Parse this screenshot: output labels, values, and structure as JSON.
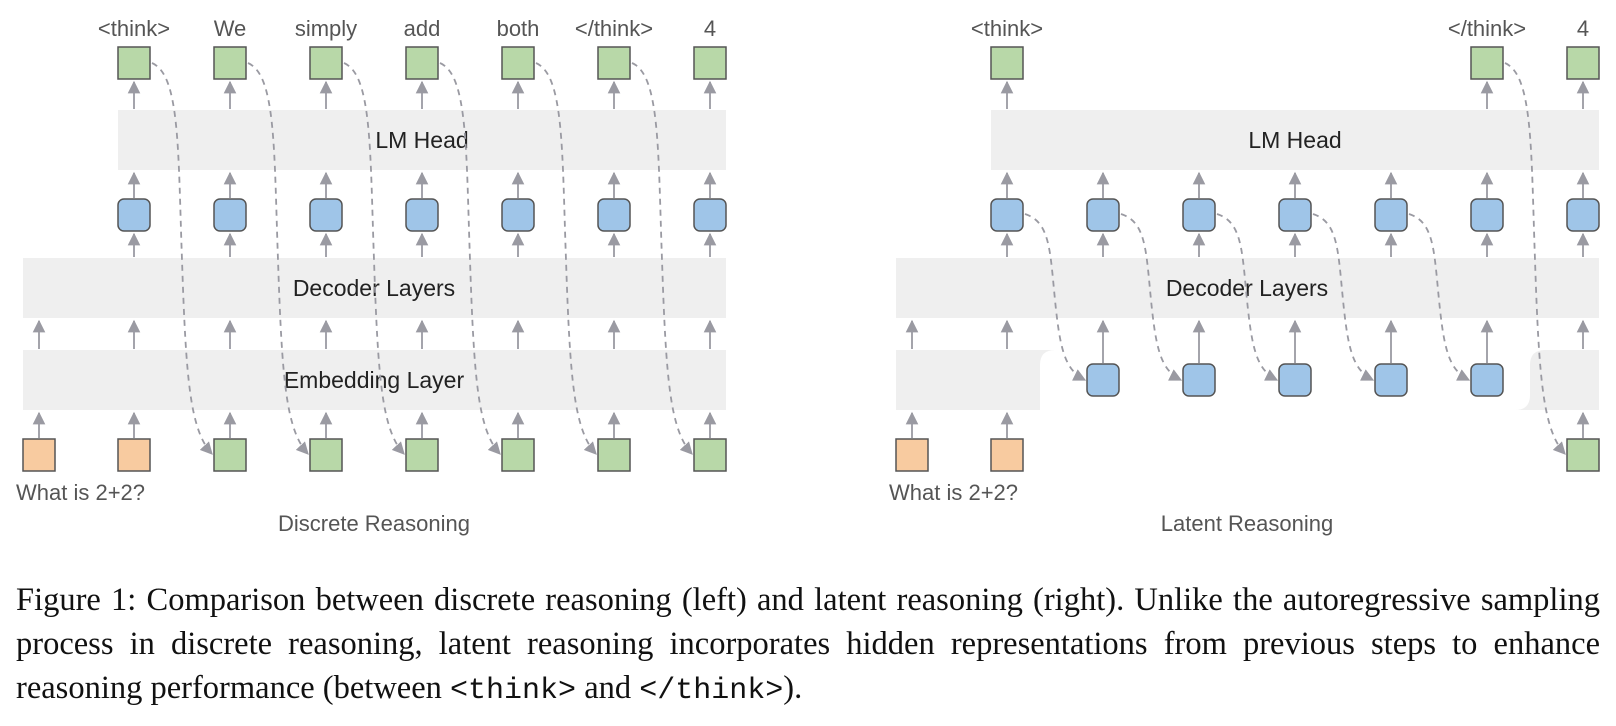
{
  "colors": {
    "bar": "#efefef",
    "token_green": "#b8d8a8",
    "token_orange": "#f8cba0",
    "hidden_blue": "#9fc5e8",
    "outline": "#555555",
    "arrow": "#9a9aa2",
    "label": "#555555"
  },
  "discrete": {
    "label": "Discrete Reasoning",
    "lm_head": "LM Head",
    "decoder": "Decoder Layers",
    "embedding": "Embedding Layer",
    "input_text": "What is 2+2?",
    "output_tokens": [
      "<think>",
      "We",
      "simply",
      "add",
      "both",
      "</think>",
      "4"
    ]
  },
  "latent": {
    "label": "Latent Reasoning",
    "lm_head": "LM Head",
    "decoder": "Decoder Layers",
    "input_text": "What is 2+2?",
    "output_tokens": [
      "<think>",
      "</think>",
      "4"
    ]
  },
  "caption": {
    "part1": "Figure 1: Comparison between discrete reasoning (left) and latent reasoning (right). Unlike the autoregressive sampling process in discrete reasoning, latent reasoning incorporates hidden representations from previous steps to enhance reasoning performance (between ",
    "code1": "<think>",
    "part2": " and ",
    "code2": "</think>",
    "part3": ")."
  }
}
